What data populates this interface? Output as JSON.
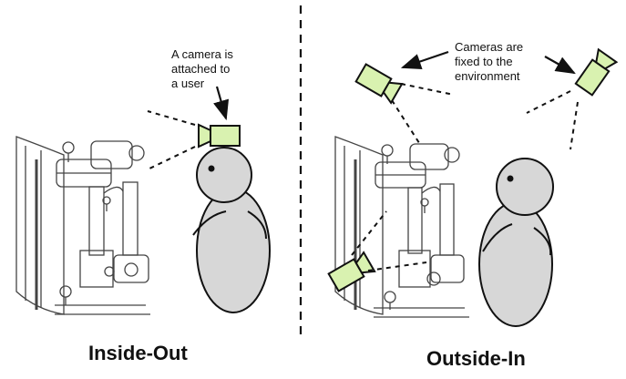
{
  "left_panel": {
    "title": "Inside-Out",
    "annotation": "A camera is\nattached to\na user"
  },
  "right_panel": {
    "title": "Outside-In",
    "annotation": "Cameras are\nfixed to the\nenvironment"
  },
  "colors": {
    "camera_fill": "#d9f2b0",
    "outline": "#111111",
    "figure_fill": "#d7d7d7",
    "machine_line": "#444444"
  }
}
